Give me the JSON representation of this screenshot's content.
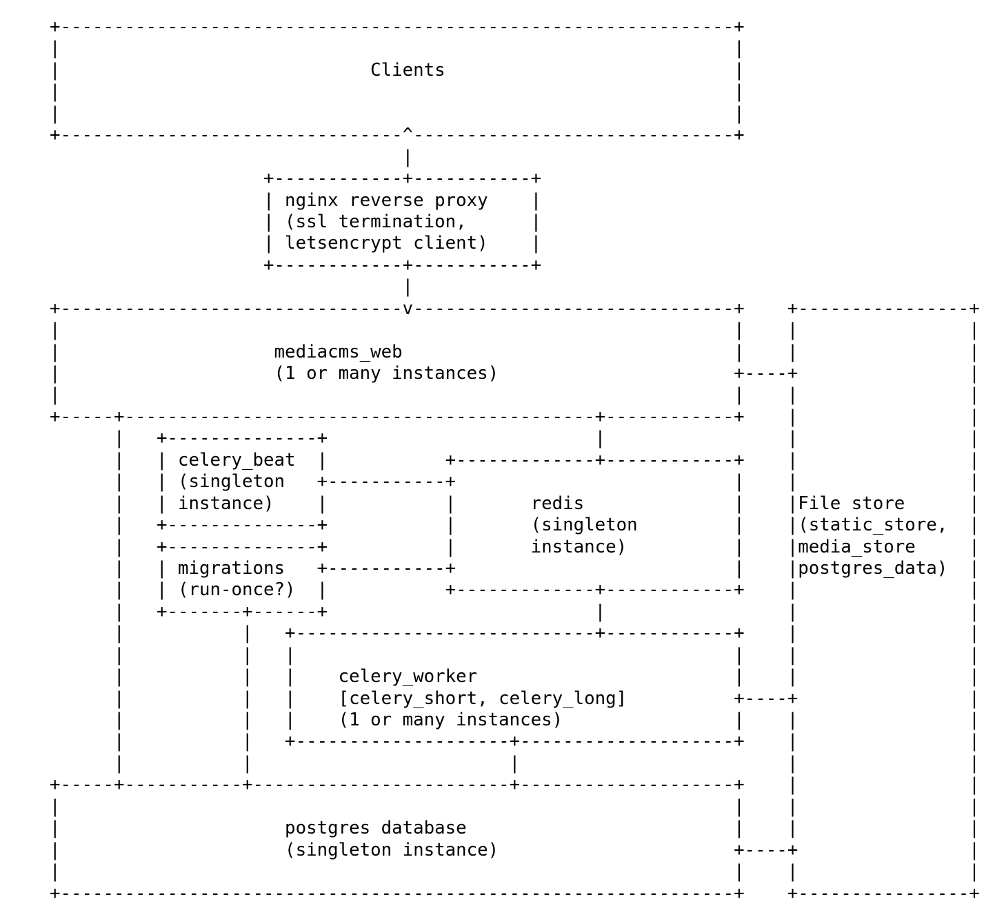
{
  "page": {
    "background_color": "#ffffff",
    "text_color": "#000000"
  },
  "diagram": {
    "type": "ascii-architecture-diagram",
    "components": [
      {
        "name": "clients",
        "label": "Clients"
      },
      {
        "name": "nginx-reverse-proxy",
        "label": "nginx reverse proxy",
        "details": [
          "(ssl termination,",
          "letsencrypt client)"
        ]
      },
      {
        "name": "mediacms-web",
        "label": "mediacms_web",
        "details": [
          "(1 or many instances)"
        ]
      },
      {
        "name": "celery-beat",
        "label": "celery_beat",
        "details": [
          "(singleton",
          "instance)"
        ]
      },
      {
        "name": "migrations",
        "label": "migrations",
        "details": [
          "(run-once?)"
        ]
      },
      {
        "name": "redis",
        "label": "redis",
        "details": [
          "(singleton",
          "instance)"
        ]
      },
      {
        "name": "celery-worker",
        "label": "celery_worker",
        "details": [
          "[celery_short, celery_long]",
          "(1 or many instances)"
        ]
      },
      {
        "name": "postgres-database",
        "label": "postgres database",
        "details": [
          "(singleton instance)"
        ]
      },
      {
        "name": "file-store",
        "label": "File store",
        "details": [
          "(static_store,",
          "media_store",
          "postgres_data)"
        ]
      }
    ],
    "lines": [
      "+---------------------------------------------------------------+",
      "|                                                               |",
      "|                             Clients                           |",
      "|                                                               |",
      "|                                                               |",
      "+--------------------------------^------------------------------+",
      "                                 |",
      "                    +------------+-----------+",
      "                    | nginx reverse proxy    |",
      "                    | (ssl termination,      |",
      "                    | letsencrypt client)    |",
      "                    +------------+-----------+",
      "                                 |",
      "+--------------------------------v------------------------------+    +----------------+",
      "|                                                               |    |                |",
      "|                    mediacms_web                               |    |                |",
      "|                    (1 or many instances)                      +----+                |",
      "|                                                               |    |                |",
      "+-----+--------------------------------------------+------------+    |                |",
      "      |   +--------------+                         |                 |                |",
      "      |   | celery_beat  |           +-------------+------------+    |                |",
      "      |   | (singleton   +-----------+                          |    |                |",
      "      |   | instance)    |           |       redis              |    |File store      |",
      "      |   +--------------+           |       (singleton         |    |(static_store,  |",
      "      |   +--------------+           |       instance)          |    |media_store     |",
      "      |   | migrations   +-----------+                          |    |postgres_data)  |",
      "      |   | (run-once?)  |           +-------------+------------+    |                |",
      "      |   +-------+------+                         |                 |                |",
      "      |           |   +----------------------------+------------+    |                |",
      "      |           |   |                                         |    |                |",
      "      |           |   |    celery_worker                        |    |                |",
      "      |           |   |    [celery_short, celery_long]          +----+                |",
      "      |           |   |    (1 or many instances)                |    |                |",
      "      |           |   +--------------------+--------------------+    |                |",
      "      |           |                        |                         |                |",
      "+-----+-----------+------------------------+--------------------+    |                |",
      "|                                                               |    |                |",
      "|                     postgres database                         |    |                |",
      "|                     (singleton instance)                      +----+                |",
      "|                                                               |    |                |",
      "+---------------------------------------------------------------+    +----------------+"
    ]
  }
}
